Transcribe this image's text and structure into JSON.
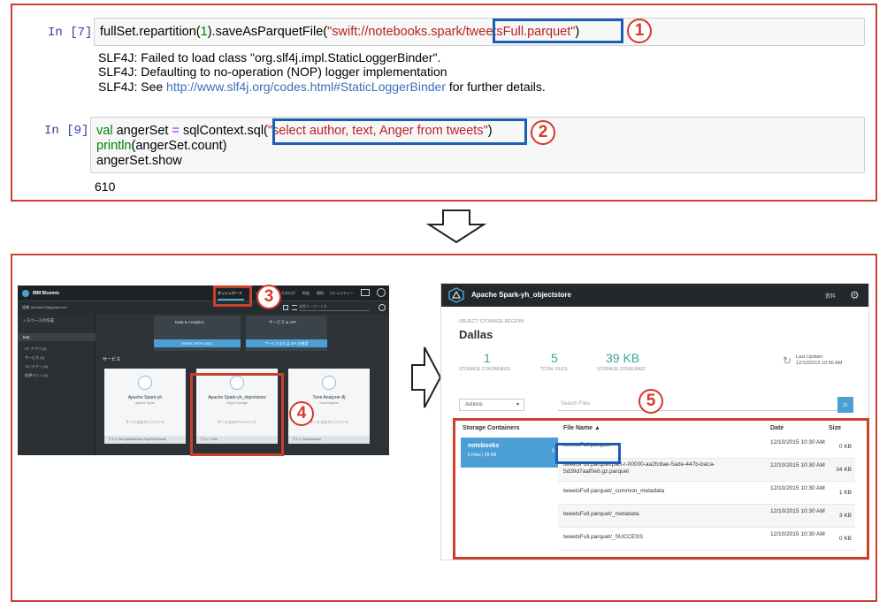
{
  "notebook": {
    "cell7": {
      "prompt": "In [7]:",
      "code_prefix": "fullSet.repartition(",
      "code_num": "1",
      "code_mid": ").saveAsParquetFile(",
      "code_str1": "\"swift://notebooks.spark",
      "code_str2": "/tweetsFull.parquet\"",
      "code_suffix": ")",
      "output": [
        "SLF4J: Failed to load class \"org.slf4j.impl.StaticLoggerBinder\".",
        "SLF4J: Defaulting to no-operation (NOP) logger implementation"
      ],
      "output3_prefix": "SLF4J: See ",
      "output3_link": "http://www.slf4j.org/codes.html#StaticLoggerBinder",
      "output3_suffix": " for further details."
    },
    "cell9": {
      "prompt": "In [9]:",
      "line1_kw": "val",
      "line1_var": " angerSet ",
      "line1_eq": "=",
      "line1_rest": " sqlContext.sql(",
      "line1_str": "\"select author, text, Anger from tweets\"",
      "line1_end": ")",
      "line2_kw": "println",
      "line2_rest": "(angerSet.count)",
      "line3": "angerSet.show",
      "output": "610"
    },
    "markers": {
      "m1": "1",
      "m2": "2",
      "m3": "3",
      "m4": "4",
      "m5": "5"
    }
  },
  "bluemix": {
    "brand": "IBM Bluemix",
    "nav": [
      "ダッシュボード",
      "ソリューション",
      "カタログ",
      "料金",
      "資料",
      "コミュニティー"
    ],
    "org": "組織: tkimasu78@gmail.com",
    "search_placeholder": "検索キーワードを...",
    "add_space": "+ スペースの作成",
    "space": "test",
    "side_items": [
      "CF アプリ (0)",
      "サービス (3)",
      "コンテナー (0)",
      "仮想マシン (0)"
    ],
    "hero": [
      {
        "title": "Data & Analytics",
        "button": "WORK WITH DATA"
      },
      {
        "title": "サービス & API",
        "button": "サービスまたは API の使用"
      }
    ],
    "services_label": "サービス",
    "cards": [
      {
        "name": "Apache Spark-yh",
        "sub": "Apache Spark",
        "action": "サービスのアンバインド",
        "plan": "プラン: ibm.SparkService.PayGoPersonal"
      },
      {
        "name": "Apache Spark-yh_objectstore",
        "sub": "Object Storage",
        "action": "サービスのアンバインド",
        "plan": "プラン: Free"
      },
      {
        "name": "Tone Analyzer-8j",
        "sub": "Tone Analyzer",
        "action": "サービスのアンバインド",
        "plan": "プラン: experimental"
      }
    ]
  },
  "objstore": {
    "title": "Apache Spark-yh_objectstore",
    "detail_label": "資料",
    "region_label": "OBJECT STORAGE REGION",
    "region": "Dallas",
    "stats": [
      {
        "value": "1",
        "label": "STORAGE CONTAINERS"
      },
      {
        "value": "5",
        "label": "TOTAL FILES"
      },
      {
        "value": "39 KB",
        "label": "STORAGE CONSUMED"
      }
    ],
    "last_update_label": "Last Update:",
    "last_update": "12/10/2015 10:56 AM",
    "actions_label": "Actions",
    "search_placeholder": "Search Files",
    "headers": {
      "containers": "Storage Containers",
      "file_name": "File Name ▲",
      "date": "Date",
      "size": "Size"
    },
    "container": {
      "name": "notebooks",
      "meta": "5 Files | 39 KB"
    },
    "files": [
      {
        "name": "tweetsFull.parquet",
        "date": "12/10/2015 10:30 AM",
        "size": "0 KB"
      },
      {
        "name": "tweetsFull.parquet/part-r-00000-aa2fc8ae-5ade-447b-baca-5d39d7aaf0e6.gz.parquet",
        "date": "12/10/2015 10:30 AM",
        "size": "34 KB"
      },
      {
        "name": "tweetsFull.parquet/_common_metadata",
        "date": "12/10/2015 10:30 AM",
        "size": "1 KB"
      },
      {
        "name": "tweetsFull.parquet/_metadata",
        "date": "12/10/2015 10:30 AM",
        "size": "3 KB"
      },
      {
        "name": "tweetsFull.parquet/_SUCCESS",
        "date": "12/10/2015 10:30 AM",
        "size": "0 KB"
      }
    ]
  }
}
